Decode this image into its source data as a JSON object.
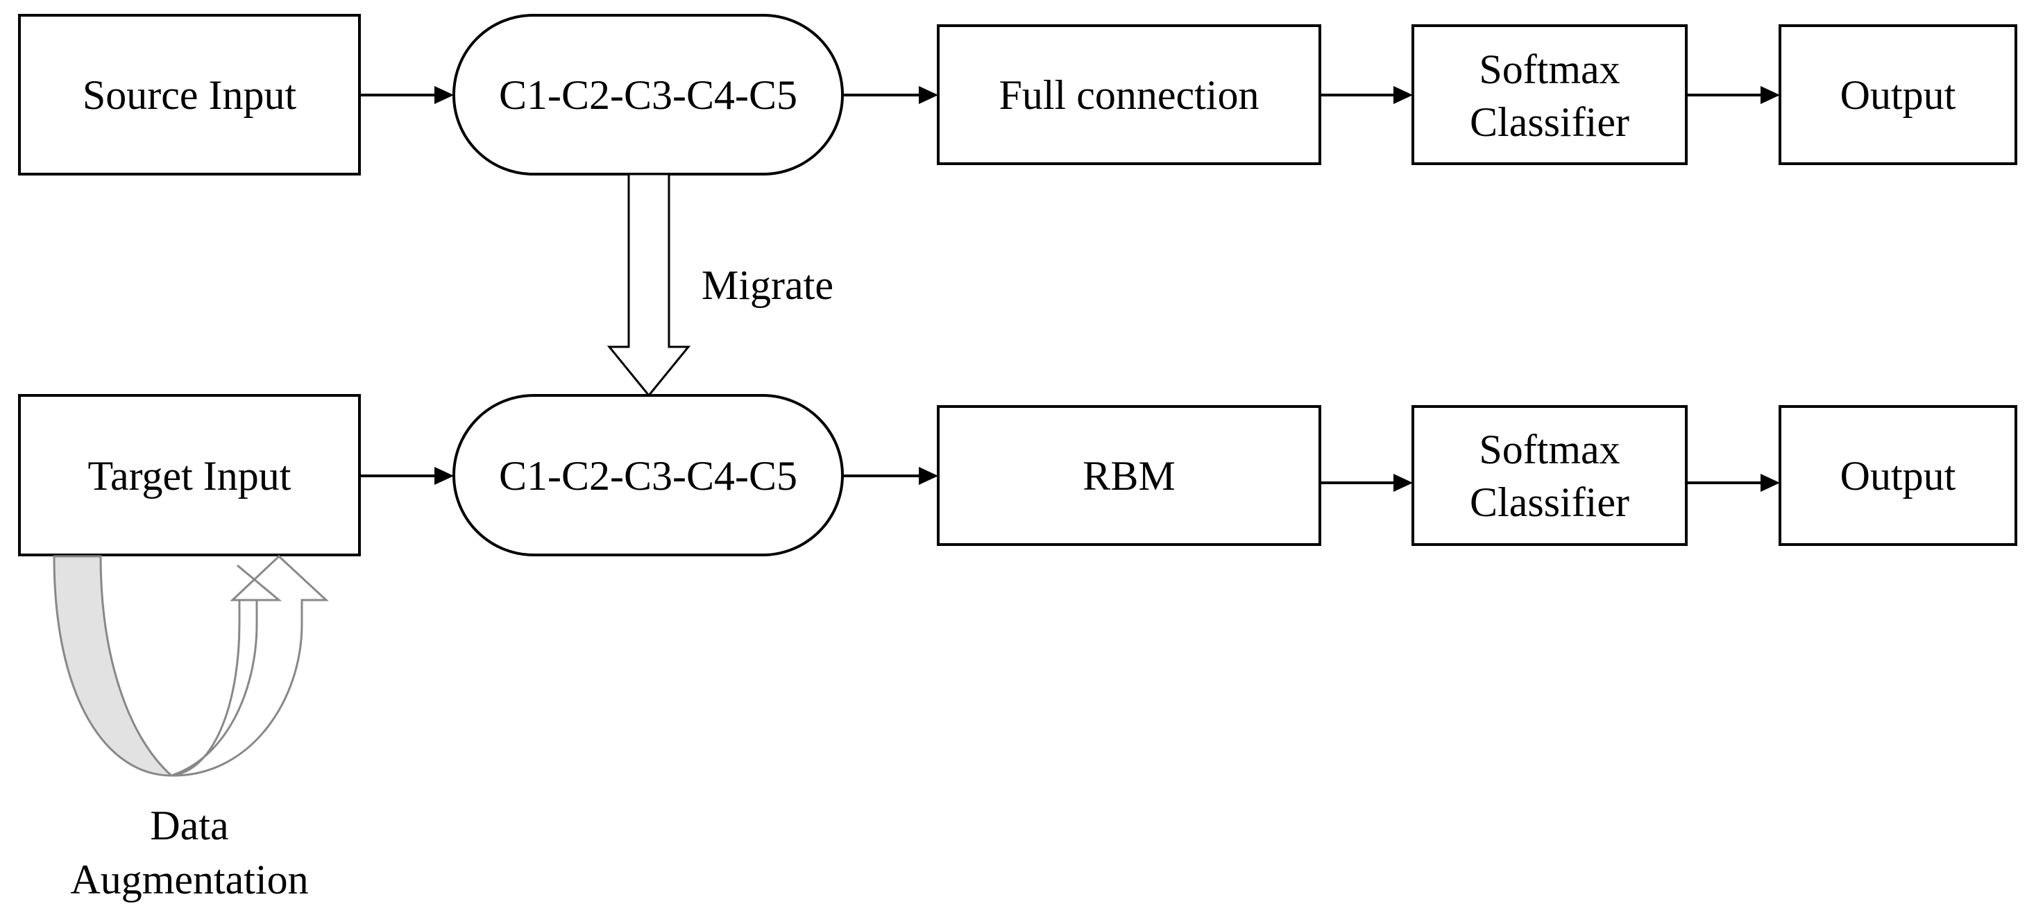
{
  "diagram": {
    "top_row": {
      "source_input": "Source Input",
      "conv_block": "C1-C2-C3-C4-C5",
      "full_connection": "Full connection",
      "softmax_line1": "Softmax",
      "softmax_line2": "Classifier",
      "output": "Output"
    },
    "bottom_row": {
      "target_input": "Target Input",
      "conv_block": "C1-C2-C3-C4-C5",
      "rbm": "RBM",
      "softmax_line1": "Softmax",
      "softmax_line2": "Classifier",
      "output": "Output"
    },
    "migrate_label": "Migrate",
    "augmentation_line1": "Data",
    "augmentation_line2": "Augmentation"
  }
}
